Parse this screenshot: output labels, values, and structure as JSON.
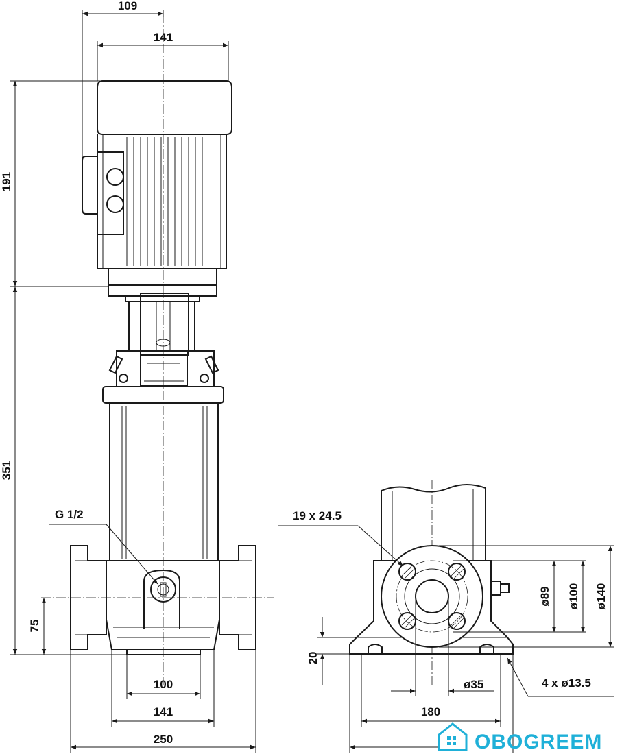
{
  "drawing": {
    "front_view": {
      "dims": {
        "top_width_109": "109",
        "top_width_141": "141",
        "motor_height": "191",
        "pump_height": "351",
        "inlet_height": "75",
        "base_100": "100",
        "base_141": "141",
        "overall_250": "250"
      },
      "labels": {
        "drain_plug": "G 1/2"
      }
    },
    "side_view": {
      "dims": {
        "foot_height": "20",
        "inner_bore": "ø35",
        "foot_span": "180",
        "bolt_circle_89": "ø89",
        "flange_100": "ø100",
        "flange_140": "ø140"
      },
      "labels": {
        "flange_holes": "19 x 24.5",
        "mount_holes": "4 x ø13.5"
      }
    }
  },
  "brand": {
    "logo_text": "OBOGREEM",
    "logo_color": "#1fb0d8",
    "icon": "house-icon"
  }
}
